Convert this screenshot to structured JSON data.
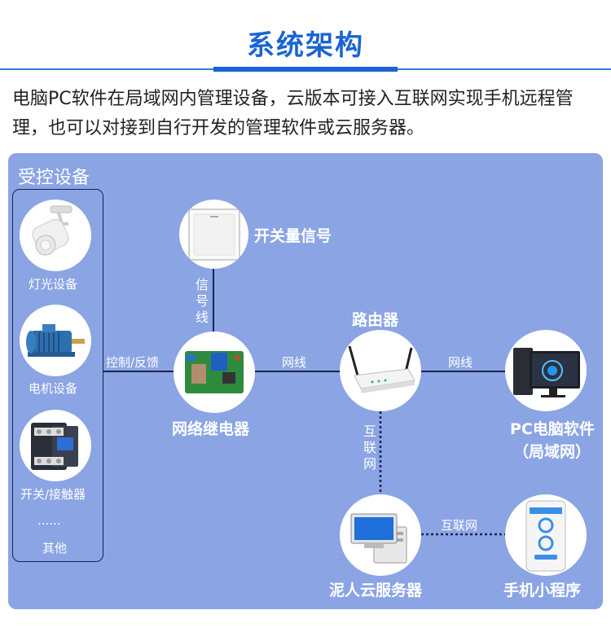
{
  "header": {
    "title": "系统架构",
    "intro": "电脑PC软件在局域网内管理设备，云版本可接入互联网实现手机远程管理，也可以对接到自行开发的管理软件或云服务器。"
  },
  "panel": {
    "title": "受控设备",
    "devices": [
      {
        "label": "灯光设备"
      },
      {
        "label": "电机设备"
      },
      {
        "label": "开关/接触器"
      }
    ],
    "ellipsis": "......",
    "other": "其他"
  },
  "nodes": {
    "switch_signal": "开关量信号",
    "relay": "网络继电器",
    "router": "路由器",
    "pc_line1": "PC电脑软件",
    "pc_line2": "（局域网）",
    "cloud": "泥人云服务器",
    "mobile": "手机小程序"
  },
  "edges": {
    "control_feedback": "控制/反馈",
    "signal_wire": "信号线",
    "network_1": "网线",
    "network_2": "网线",
    "internet_vertical": "互联网",
    "internet_horizontal": "互联网"
  },
  "colors": {
    "title": "#1a64d4",
    "panel": "#8aa4e4",
    "line": "#1a2550"
  }
}
